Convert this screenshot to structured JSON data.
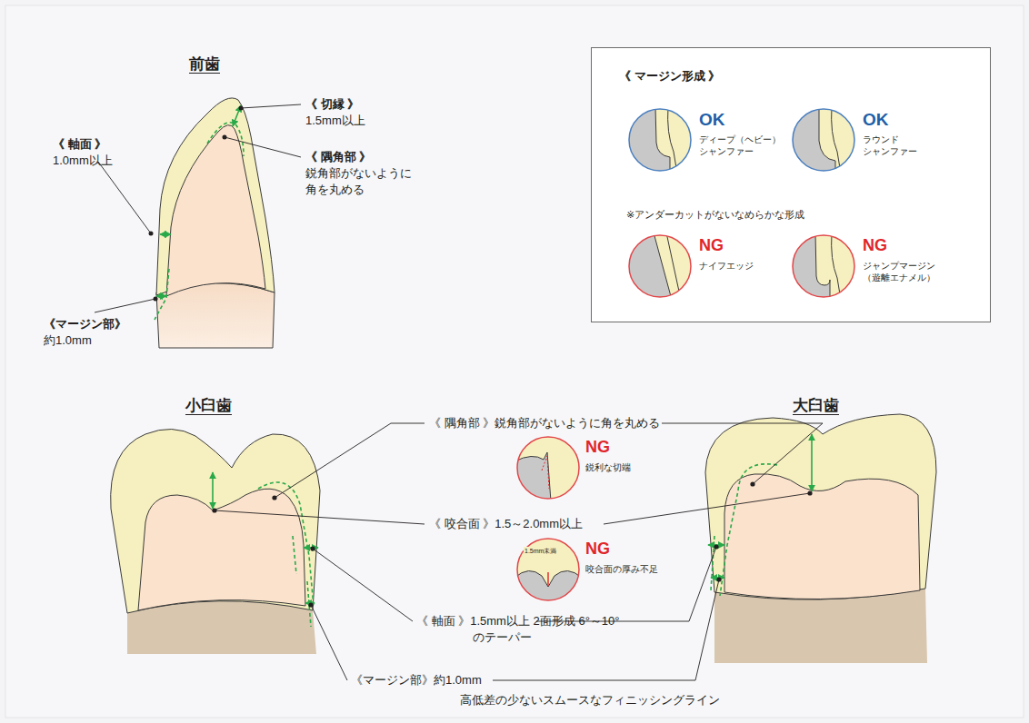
{
  "diagram": {
    "nodes": [
      {
        "text": [
          "《 マージン形成 》",
          "※アンダーカットがないなめらかな形成"
        ]
      },
      {
        "text": [
          "OK",
          "ディープ（ヘビー） シャンファー"
        ],
        "in": 0
      },
      {
        "text": [
          "OK",
          "ラウンド シャンファー"
        ],
        "in": 0
      },
      {
        "text": [
          "NG",
          "ナイフエッジ"
        ],
        "in": 0
      },
      {
        "text": [
          "NG",
          "ジャンプマージン （遊離エナメル）"
        ],
        "in": 0
      },
      {
        "text": [
          "NG",
          "鋭利な切端"
        ]
      },
      {
        "text": [
          "1.5mm未満",
          "NG",
          "咬合面の厚み不足"
        ]
      }
    ],
    "labels": [
      "前歯",
      "《 切縁 》",
      "1.5mm以上",
      "《 軸面 》",
      "1.0mm以上",
      "《 隅角部 》",
      "鋭角部がないように 角を丸める",
      "《マージン部》",
      "約1.0mm",
      "小臼歯",
      "大臼歯",
      "《 隅角部 》鋭角部がないように角を丸める",
      "《 咬合面 》1.5～2.0mm以上",
      "《 軸面 》1.5mm以上 2面形成 6°～10°のテーパー",
      "《マージン部》約1.0mm",
      "高低差の少ないスムースなフィニッシングライン"
    ]
  }
}
